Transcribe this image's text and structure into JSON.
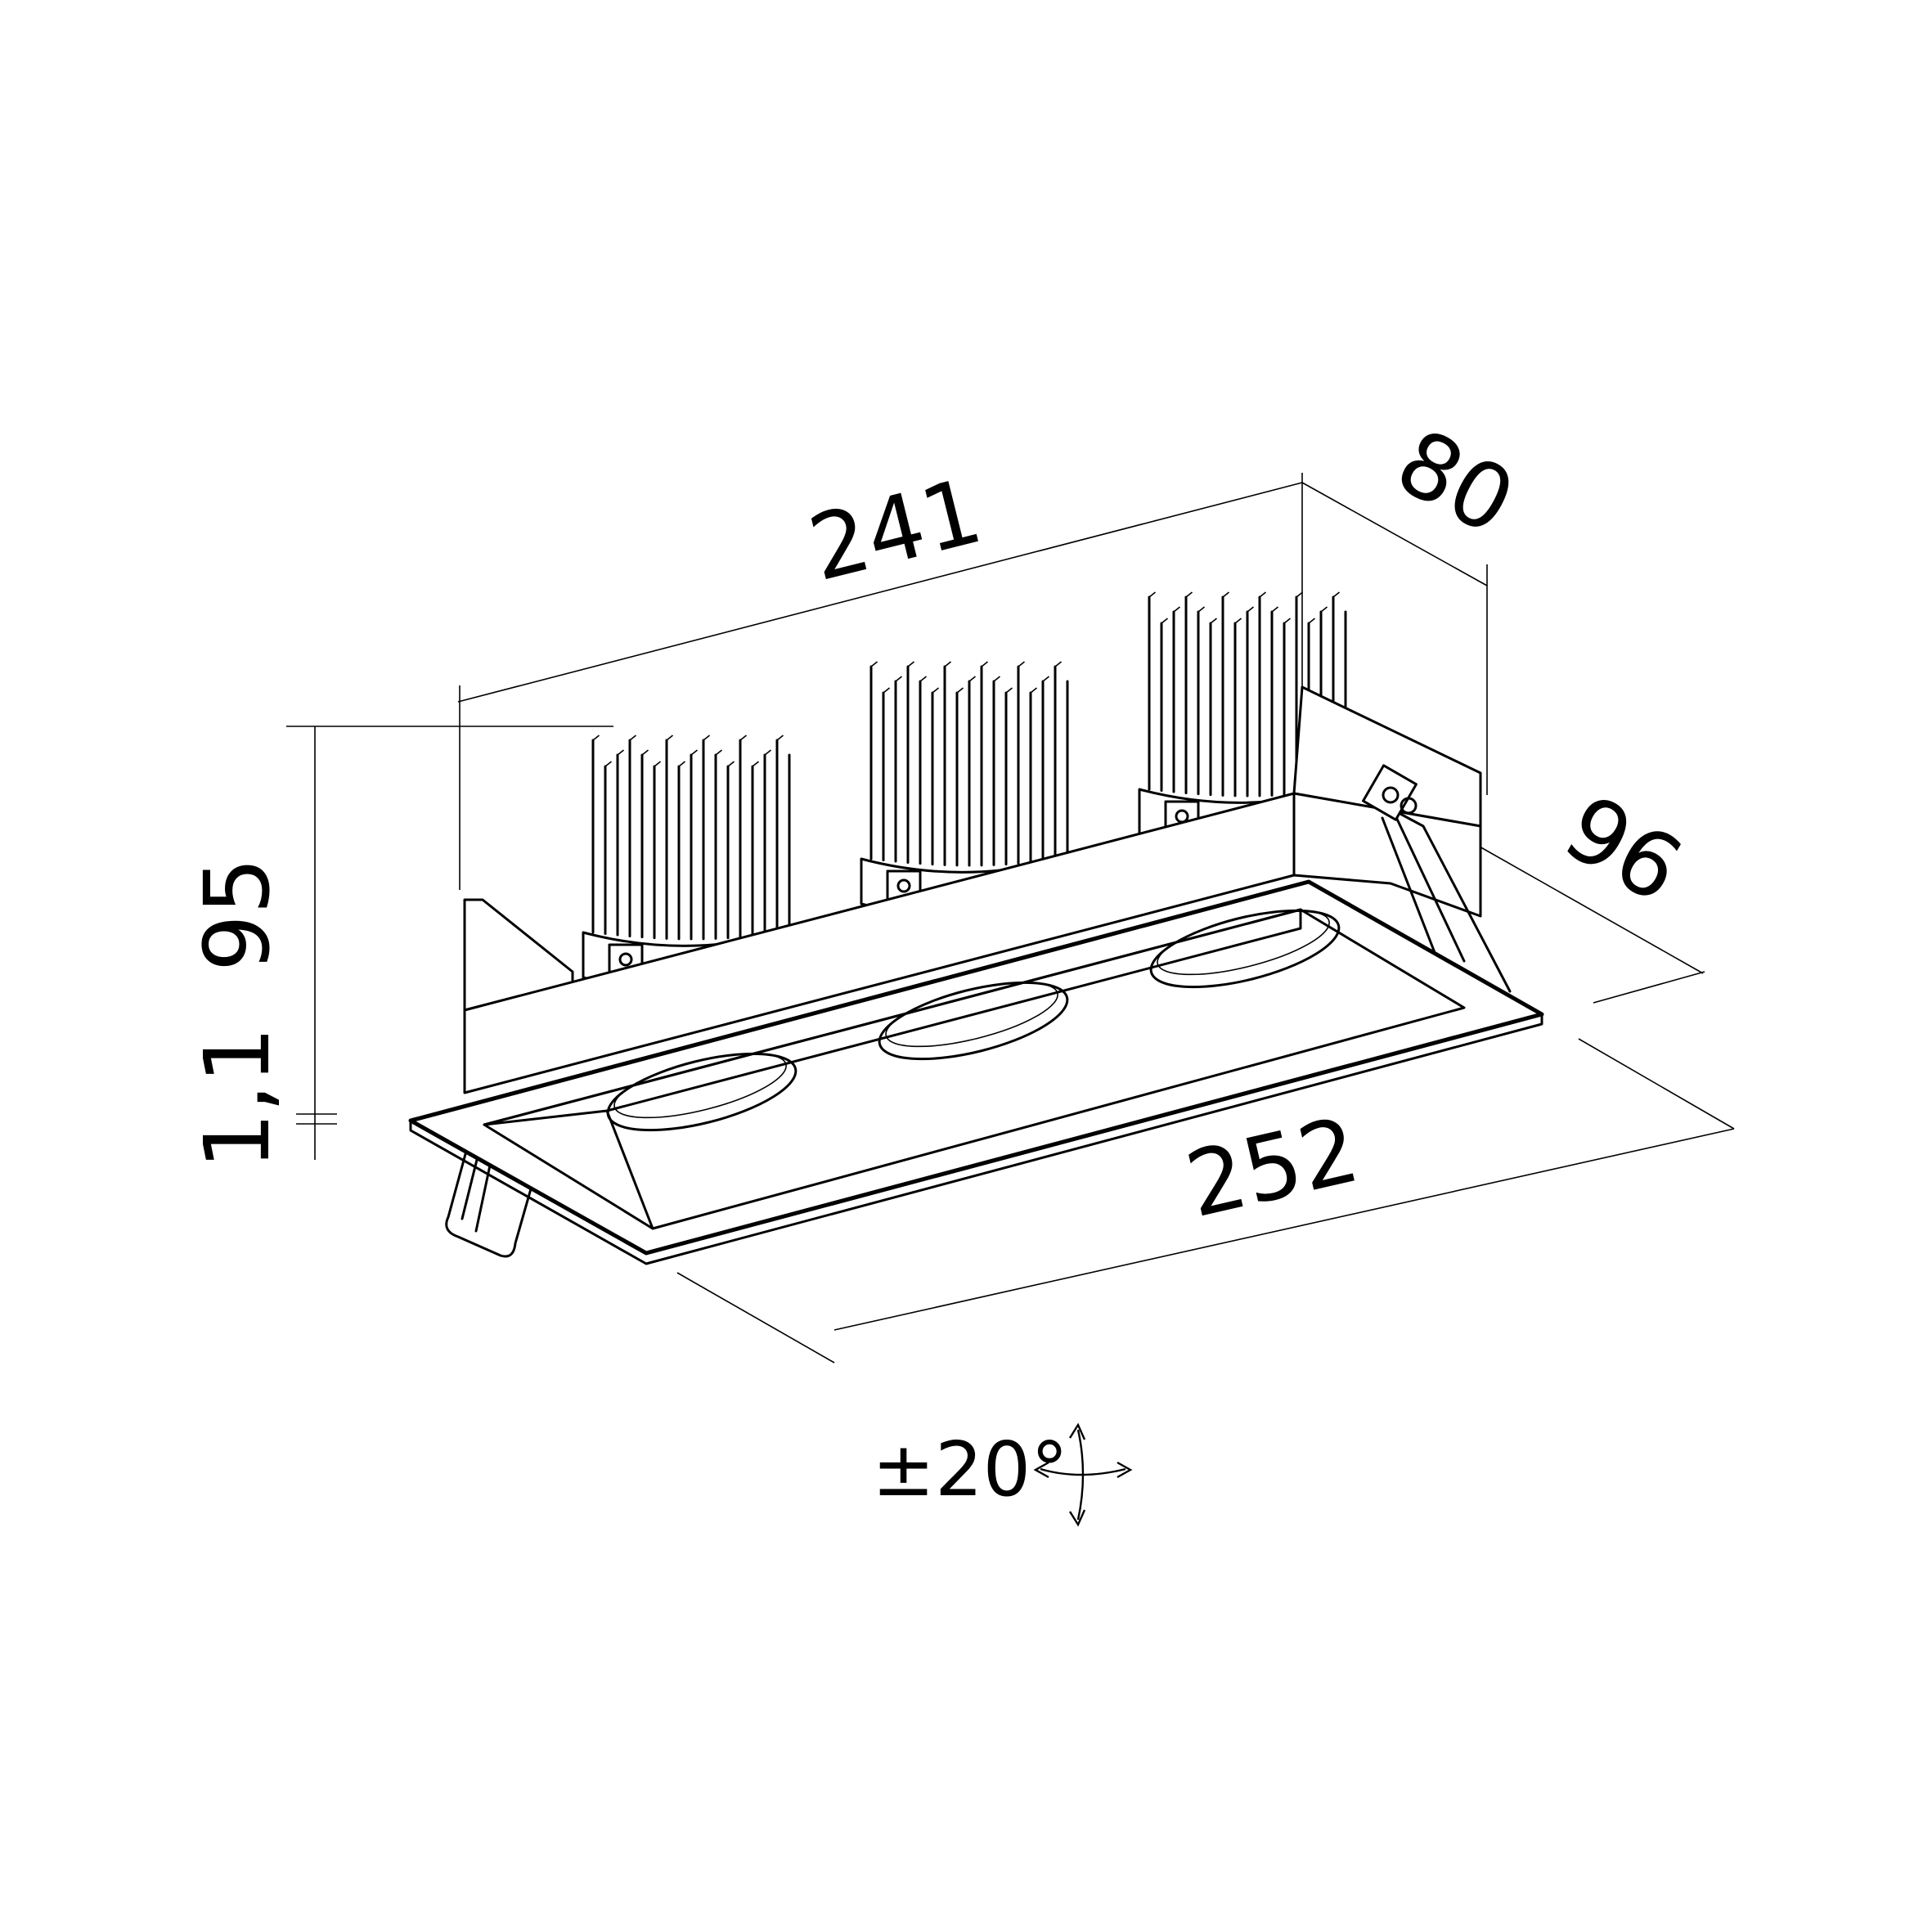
{
  "dimensions": {
    "top_length": "241",
    "depth_top": "80",
    "height": "95",
    "flange_thickness": "1,1",
    "depth_bottom": "96",
    "bottom_length": "252"
  },
  "tilt": {
    "label": "±20°",
    "icon": "tilt-rotation-arrows-icon"
  },
  "colors": {
    "line": "#000000",
    "background": "#ffffff"
  }
}
